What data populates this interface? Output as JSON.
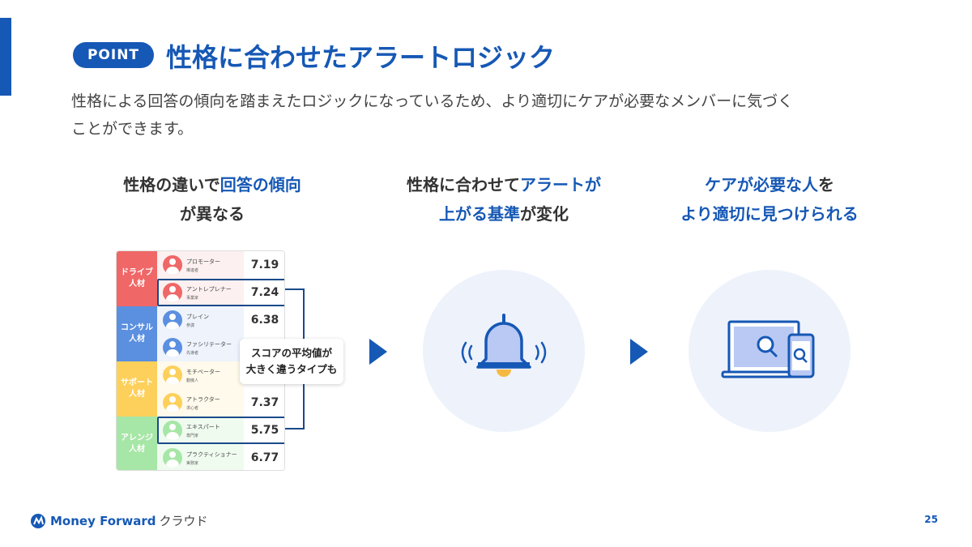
{
  "header": {
    "badge": "POINT",
    "title": "性格に合わせたアラートロジック",
    "description": "性格による回答の傾向を踏まえたロジックになっているため、より適切にケアが必要なメンバーに気づくことができます。"
  },
  "columns": [
    {
      "line1_a": "性格の違いで",
      "line1_b": "回答の傾向",
      "line2": "が異なる"
    },
    {
      "line1_a": "性格に合わせて",
      "line1_b": "アラートが",
      "line2_a": "上がる基準",
      "line2_b": "が変化"
    },
    {
      "line1_a": "ケアが必要な人",
      "line1_b": "を",
      "line2": "より適切に見つけられる"
    }
  ],
  "table": {
    "categories": [
      {
        "label": "ドライブ\n人材",
        "color": "#f06767"
      },
      {
        "label": "コンサル\n人材",
        "color": "#5b8fe0"
      },
      {
        "label": "サポート\n人材",
        "color": "#fdd05b"
      },
      {
        "label": "アレンジ\n人材",
        "color": "#a6e6a6"
      }
    ],
    "rows": [
      {
        "name": "プロモーター",
        "sub": "推進者",
        "score": "7.19",
        "color": "#f06767",
        "bg": "#fdf0f0",
        "highlight": false
      },
      {
        "name": "アントレプレナー",
        "sub": "事業家",
        "score": "7.24",
        "color": "#f06767",
        "bg": "#fdf0f0",
        "highlight": true
      },
      {
        "name": "ブレイン",
        "sub": "参謀",
        "score": "6.38",
        "color": "#5b8fe0",
        "bg": "#eef3fc",
        "highlight": false
      },
      {
        "name": "ファシリテーター",
        "sub": "先導者",
        "score": "",
        "color": "#5b8fe0",
        "bg": "#eef3fc",
        "highlight": false
      },
      {
        "name": "モチベーター",
        "sub": "動機人",
        "score": "",
        "color": "#fdd05b",
        "bg": "#fffaeb",
        "highlight": false
      },
      {
        "name": "アトラクター",
        "sub": "求心者",
        "score": "7.37",
        "color": "#fdd05b",
        "bg": "#fffaeb",
        "highlight": false
      },
      {
        "name": "エキスパート",
        "sub": "専門家",
        "score": "5.75",
        "color": "#a6e6a6",
        "bg": "#f0fbf0",
        "highlight": true
      },
      {
        "name": "プラクティショナー",
        "sub": "実務家",
        "score": "6.77",
        "color": "#a6e6a6",
        "bg": "#f0fbf0",
        "highlight": false
      }
    ],
    "callout_line1": "スコアの平均値が",
    "callout_line2": "大きく違うタイプも"
  },
  "icons": [
    "bell-icon",
    "laptop-search-icon",
    "smartphone-search-icon"
  ],
  "footer": {
    "logo_text": "Money Forward",
    "logo_suffix": "クラウド",
    "page_number": "25"
  },
  "colors": {
    "accent": "#1658b5"
  }
}
